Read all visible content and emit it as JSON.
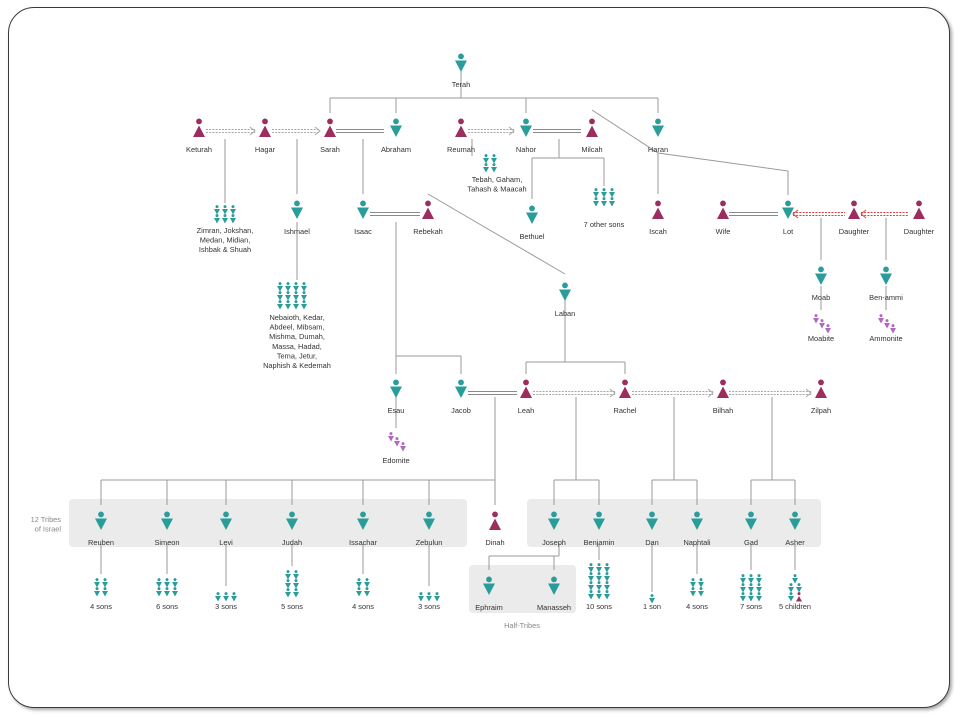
{
  "colors": {
    "male": "#2a9d9b",
    "female": "#9b2d5f",
    "descendant": "#b268bf",
    "line": "#9a9a9a",
    "band": "#ebebeb",
    "red": "#e04040"
  },
  "icons": {
    "male": "male-person-icon",
    "female": "female-person-icon",
    "mini": "small-descendant-arrow-icon"
  },
  "people": {
    "terah": "Terah",
    "keturah": "Keturah",
    "hagar": "Hagar",
    "sarah": "Sarah",
    "abraham": "Abraham",
    "reumah": "Reumah",
    "nahor": "Nahor",
    "milcah": "Milcah",
    "haran": "Haran",
    "ishmael": "Ishmael",
    "isaac": "Isaac",
    "rebekah": "Rebekah",
    "bethuel": "Bethuel",
    "iscah": "Iscah",
    "wife": "Wife",
    "lot": "Lot",
    "daughter1": "Daughter",
    "daughter2": "Daughter",
    "moab": "Moab",
    "benammi": "Ben-ammi",
    "laban": "Laban",
    "esau": "Esau",
    "jacob": "Jacob",
    "leah": "Leah",
    "rachel": "Rachel",
    "bilhah": "Bilhah",
    "zilpah": "Zilpah",
    "reuben": "Reuben",
    "simeon": "Simeon",
    "levi": "Levi",
    "judah": "Judah",
    "issachar": "Issachar",
    "zebulun": "Zebulun",
    "dinah": "Dinah",
    "joseph": "Joseph",
    "benjamin": "Benjamin",
    "dan": "Dan",
    "naphtali": "Naphtali",
    "gad": "Gad",
    "asher": "Asher",
    "ephraim": "Ephraim",
    "manasseh": "Manasseh"
  },
  "descendants": {
    "keturah_sons": [
      "Zimran, Jokshan,",
      "Medan, Midian,",
      "Ishbak & Shuah"
    ],
    "reumah_sons": [
      "Tebah, Gaham,",
      "Tahash & Maacah"
    ],
    "ishmael_sons": [
      "Nebaioth, Kedar,",
      "Abdeel, Mibsam,",
      "Mishma, Dumah,",
      "Massa, Hadad,",
      "Tema, Jetur,",
      "Naphish & Kedemah"
    ],
    "milcah_sons": "7 other sons",
    "moabite": "Moabite",
    "ammonite": "Ammonite",
    "edomite": "Edomite",
    "reuben": "4 sons",
    "simeon": "6 sons",
    "levi": "3 sons",
    "judah": "5 sons",
    "issachar": "4 sons",
    "zebulun": "3 sons",
    "benjamin": "10 sons",
    "dan": "1 son",
    "naphtali": "4 sons",
    "gad": "7 sons",
    "asher": "5 children"
  },
  "groups": {
    "tribes": [
      "12 Tribes",
      "of Israel"
    ],
    "half_tribes": "Half-Tribes"
  }
}
